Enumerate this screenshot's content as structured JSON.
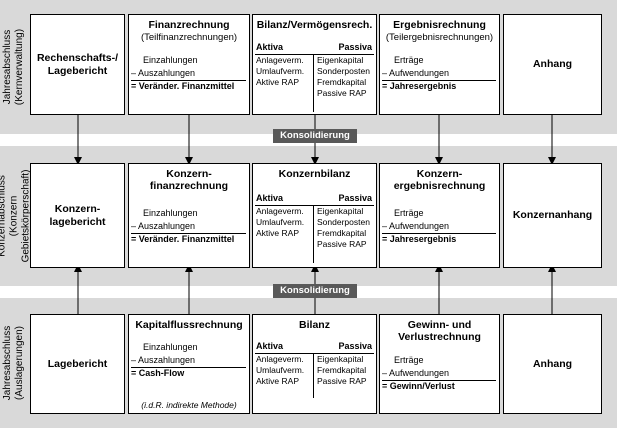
{
  "rows": {
    "top": {
      "label": "Jahresabschluss\n(Kernverwaltung)"
    },
    "mid": {
      "label": "Konzernabschluss\n(Konzern Gebietskörperschaft)"
    },
    "bot": {
      "label": "Jahresabschluss\n(Auslagerungen)"
    }
  },
  "konsolidierung": [
    "Konsolidierung",
    "Konsolidierung"
  ],
  "top": {
    "report": "Rechenschafts-/\nLagebericht",
    "finanz": {
      "title": "Finanzrechnung",
      "subtitle": "(Teilfinanzrechnungen)",
      "line1": "Einzahlungen",
      "line2": "– Auszahlungen",
      "result": "= Veränder. Finanzmittel"
    },
    "bilanz": {
      "title": "Bilanz/Vermögensrech.",
      "aktiva": "Aktiva",
      "passiva": "Passiva",
      "left": "Anlageverm.\nUmlaufverm.\nAktive RAP",
      "right": "Eigenkapital\nSonderposten\nFremdkapital\nPassive RAP"
    },
    "ergebnis": {
      "title": "Ergebnisrechnung",
      "subtitle": "(Teilergebnisrechnungen)",
      "line1": "Erträge",
      "line2": "– Aufwendungen",
      "result": "= Jahresergebnis"
    },
    "anhang": "Anhang"
  },
  "mid": {
    "report": "Konzern-\nlagebericht",
    "finanz": {
      "title": "Konzern-\nfinanzrechnung",
      "line1": "Einzahlungen",
      "line2": "– Auszahlungen",
      "result": "= Veränder. Finanzmittel"
    },
    "bilanz": {
      "title": "Konzernbilanz",
      "aktiva": "Aktiva",
      "passiva": "Passiva",
      "left": "Anlageverm.\nUmlaufverm.\nAktive RAP",
      "right": "Eigenkapital\nSonderposten\nFremdkapital\nPassive RAP"
    },
    "ergebnis": {
      "title": "Konzern-\nergebnisrechnung",
      "line1": "Erträge",
      "line2": "– Aufwendungen",
      "result": "= Jahresergebnis"
    },
    "anhang": "Konzernanhang"
  },
  "bot": {
    "report": "Lagebericht",
    "finanz": {
      "title": "Kapitalflussrechnung",
      "line1": "Einzahlungen",
      "line2": "– Auszahlungen",
      "result": "= Cash-Flow",
      "note": "(i.d.R. indirekte Methode)"
    },
    "bilanz": {
      "title": "Bilanz",
      "aktiva": "Aktiva",
      "passiva": "Passiva",
      "left": "Anlageverm.\nUmlaufverm.\nAktive RAP",
      "right": "Eigenkapital\nFremdkapital\nPassive RAP"
    },
    "ergebnis": {
      "title": "Gewinn- und\nVerlustrechnung",
      "line1": "Erträge",
      "line2": "– Aufwendungen",
      "result": "= Gewinn/Verlust"
    },
    "anhang": "Anhang"
  }
}
